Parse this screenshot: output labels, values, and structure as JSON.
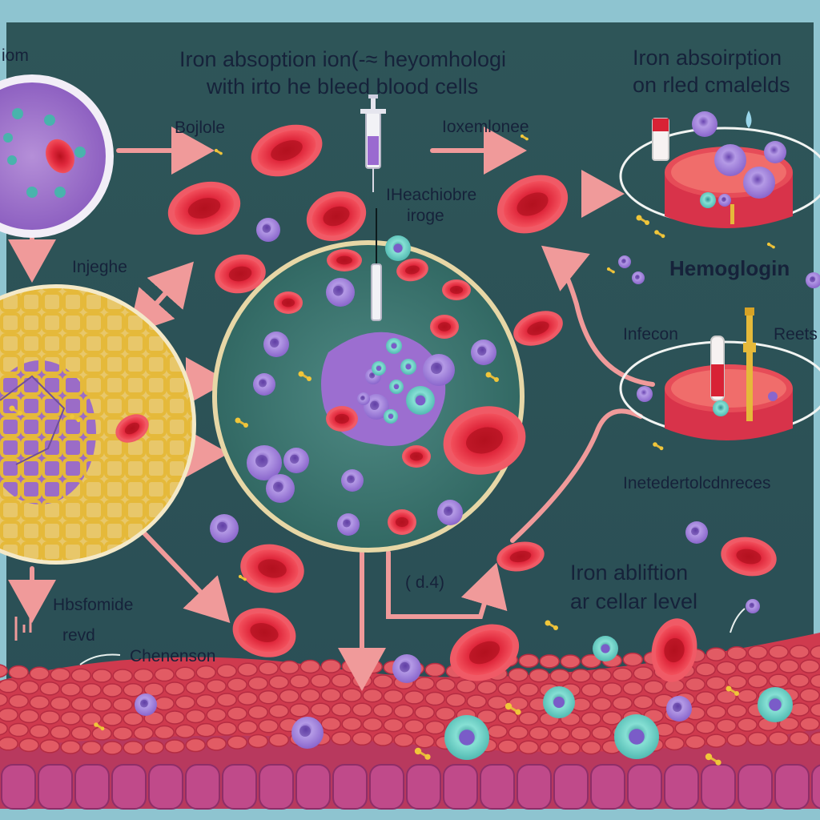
{
  "colors": {
    "frame": "#8ec4d0",
    "background": "#2f5a5f",
    "red_cell": "#e0283c",
    "purple_cell": "#9a7ad6",
    "teal_cell": "#6fd0c4",
    "arrow": "#f09a9a",
    "tissue": "#d8465a",
    "label_text": "#16223a"
  },
  "labels": {
    "title_line1": "Iron absoption ion(-≈ heyomhologi",
    "title_line2": "with irto he bleed blood cells",
    "top_right_line1": "Iron absoirption",
    "top_right_line2": "on rled cmalelds",
    "top_left_cut": "iom",
    "bojlole": "Bojlole",
    "ioxemlonee": "Ioxemlonee",
    "heachiobre_line1": "IHeachiobre",
    "heachiobre_line2": "iroge",
    "injeghe": "Injeghe",
    "hemoglogin": "Hemoglogin",
    "infecon": "Infecon",
    "reets": "Reets",
    "inetedertolconreces": "Inetedertolcdnreces",
    "d4": "( d.4)",
    "iron_ablition_line1": "Iron abliftion",
    "iron_ablition_line2": "ar cellar level",
    "hbsfomide": "Hbsfomide",
    "revd": "revd",
    "chenenson": "Chenenson"
  },
  "icons": [
    "syringe-icon",
    "test-tube-icon",
    "water-drop-icon",
    "iron-molecule-icon"
  ]
}
